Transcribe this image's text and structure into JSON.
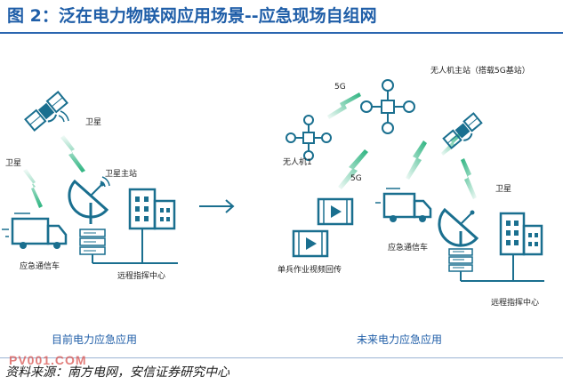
{
  "title": "图 2：泛在电力物联网应用场景--应急现场自组网",
  "source": "资料来源：南方电网，安信证券研究中心",
  "watermark": "PV001.COM",
  "left": {
    "satellite_label": "卫星",
    "satellite_main_station": "卫星主站",
    "emergency_vehicle": "应急通信车",
    "remote_center": "远程指挥中心",
    "caption": "目前电力应急应用"
  },
  "right": {
    "drone_main_station": "无人机主站（搭载5G基站）",
    "fiveg_top": "5G",
    "fiveg_mid": "5G",
    "drone1": "无人机1",
    "satellite_label": "卫星",
    "soldier_video": "单兵作业视频回传",
    "emergency_vehicle": "应急通信车",
    "remote_center": "远程指挥中心",
    "caption": "未来电力应急应用"
  },
  "colors": {
    "primary": "#1a6f8f",
    "bolt": "#2bb37f",
    "title": "#1f5ea8",
    "arrow": "#1a6f8f"
  }
}
